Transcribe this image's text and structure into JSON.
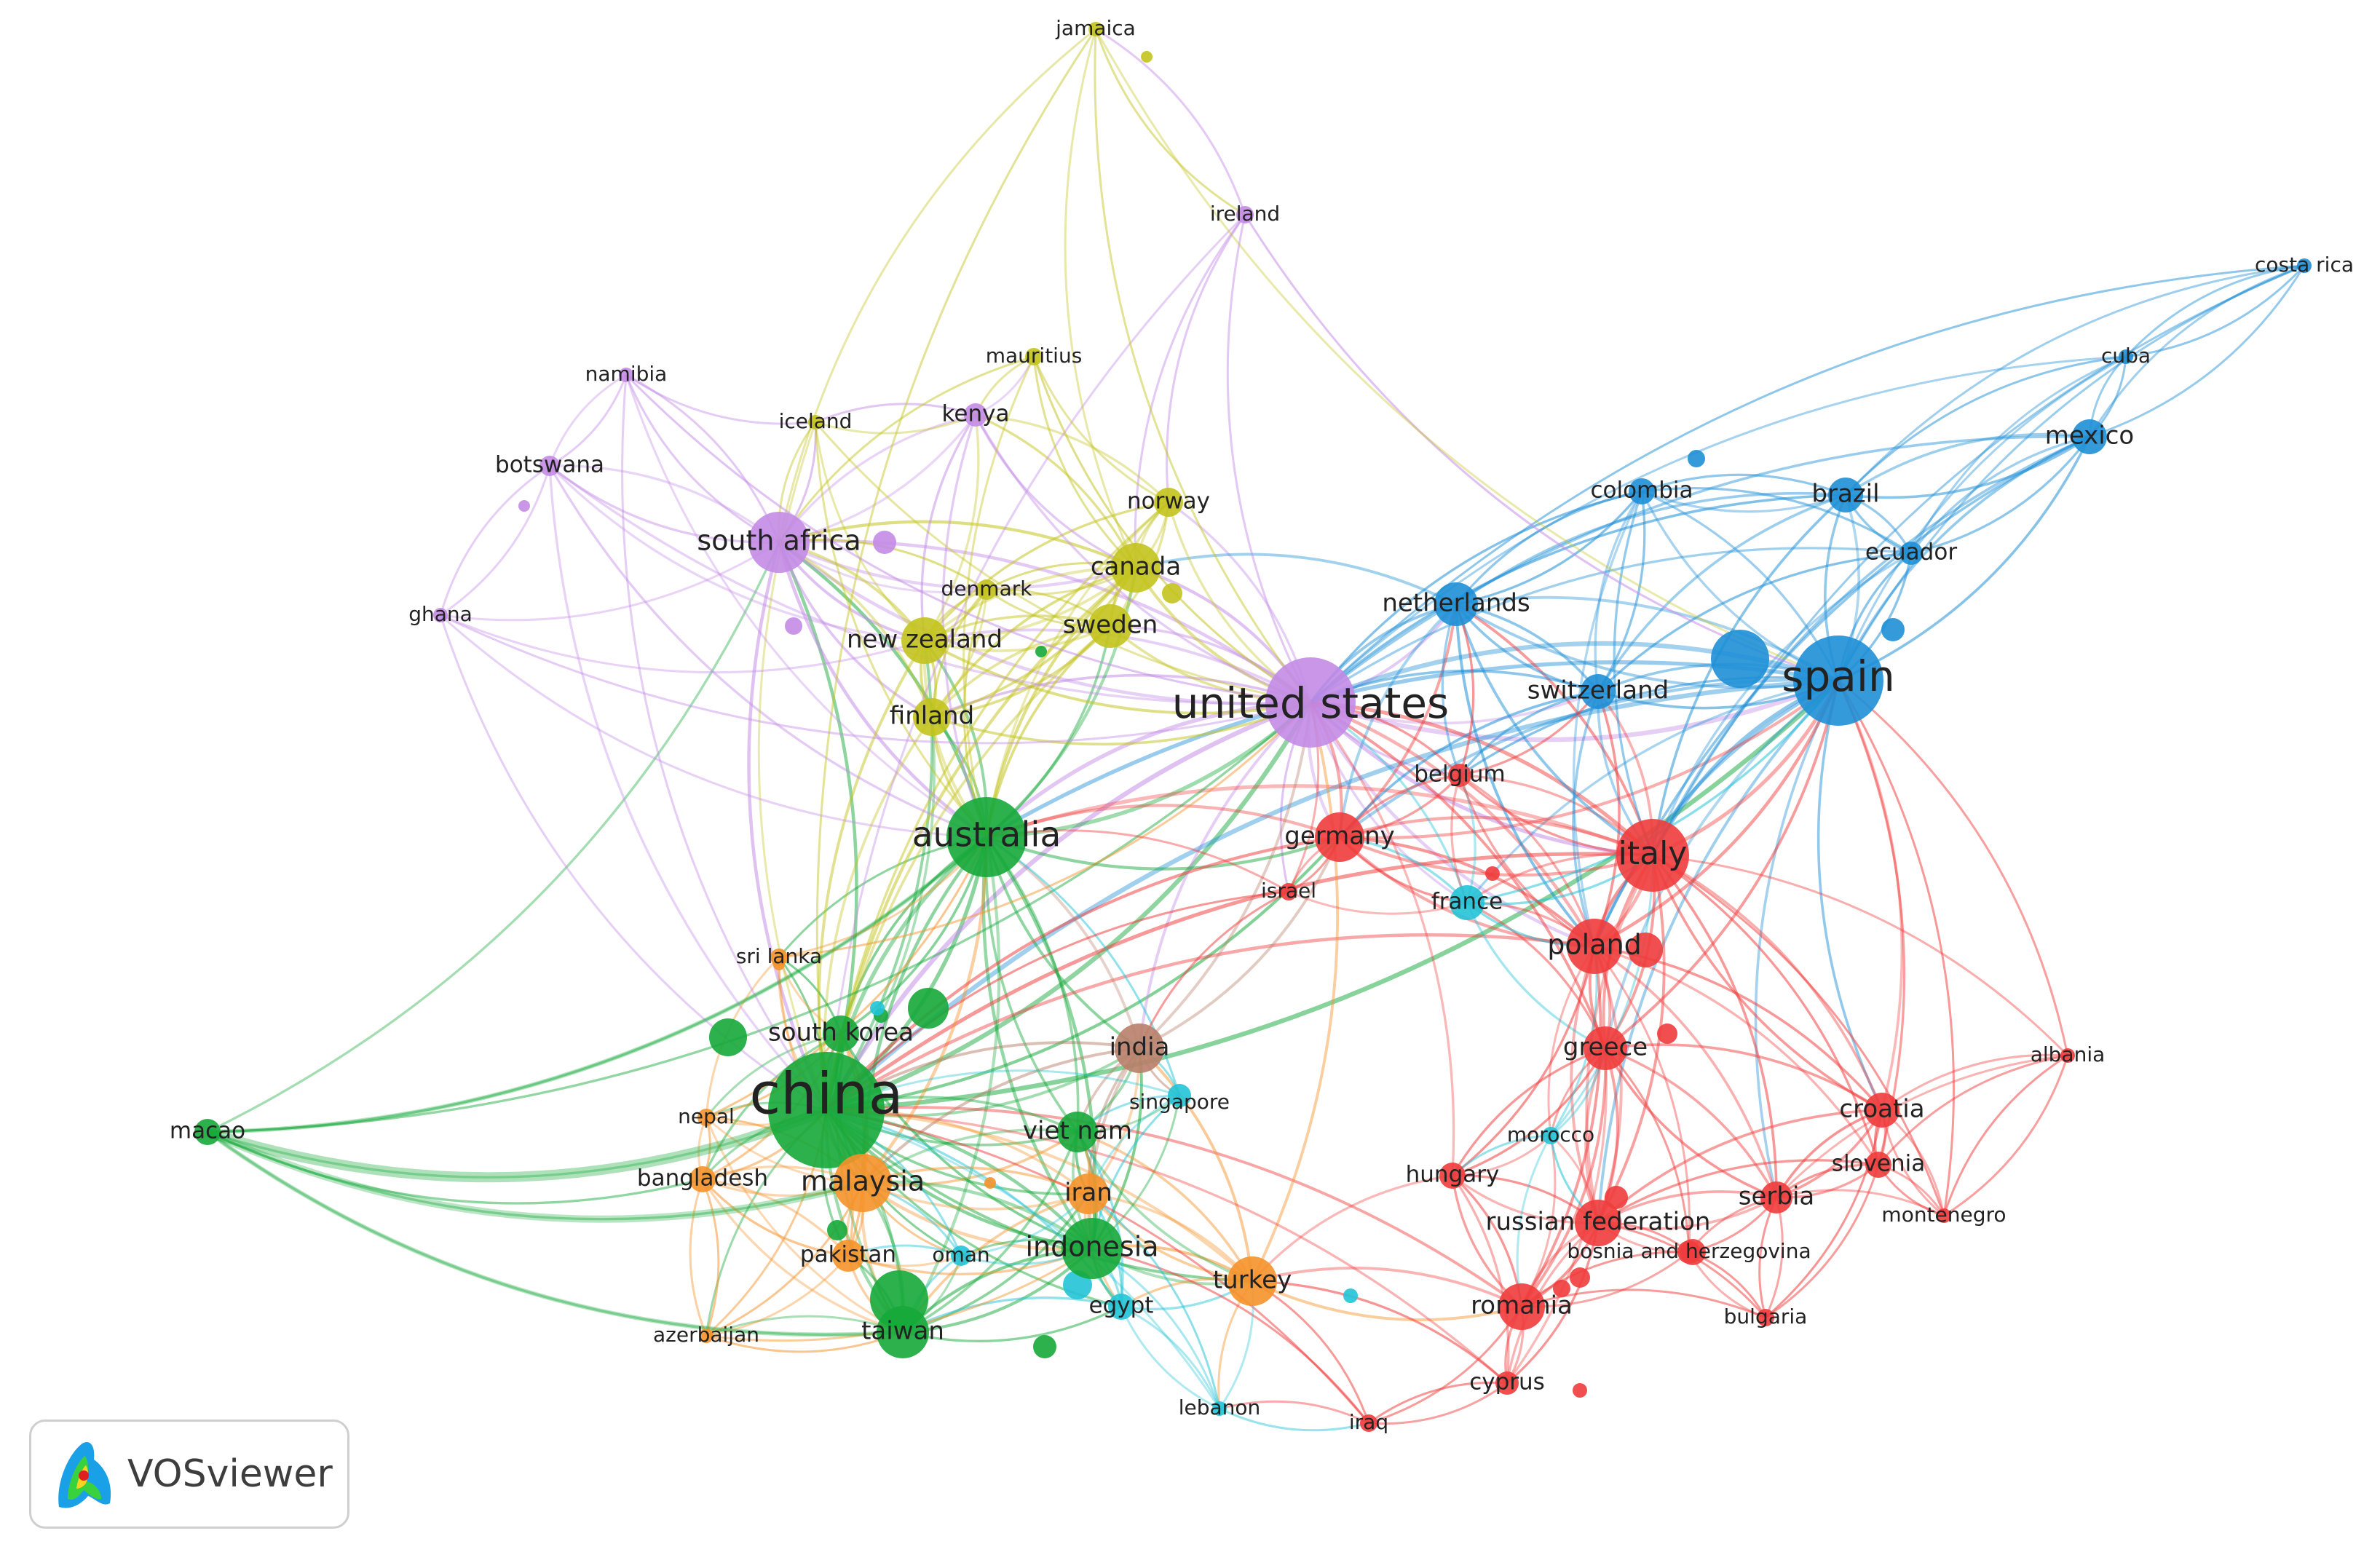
{
  "network": {
    "tool": "VOSviewer",
    "colors": {
      "red": "#f03c3c",
      "green": "#16a83a",
      "blue": "#1e8fd6",
      "yellow": "#c3c31e",
      "purple": "#c38be6",
      "cyan": "#22c3d6",
      "orange": "#f5922a",
      "brown": "#b8806a"
    },
    "nodes": [
      {
        "id": "china",
        "label": "china",
        "cluster": "green",
        "weight": 10
      },
      {
        "id": "united_states",
        "label": "united states",
        "cluster": "purple",
        "weight": 8
      },
      {
        "id": "spain",
        "label": "spain",
        "cluster": "blue",
        "weight": 8
      },
      {
        "id": "australia",
        "label": "australia",
        "cluster": "green",
        "weight": 6.5
      },
      {
        "id": "italy",
        "label": "italy",
        "cluster": "red",
        "weight": 6
      },
      {
        "id": "malaysia",
        "label": "malaysia",
        "cluster": "orange",
        "weight": 5
      },
      {
        "id": "south_africa",
        "label": "south africa",
        "cluster": "purple",
        "weight": 5
      },
      {
        "id": "poland",
        "label": "poland",
        "cluster": "red",
        "weight": 5
      },
      {
        "id": "indonesia",
        "label": "indonesia",
        "cluster": "green",
        "weight": 5
      },
      {
        "id": "taiwan",
        "label": "taiwan",
        "cluster": "green",
        "weight": 4.5
      },
      {
        "id": "canada",
        "label": "canada",
        "cluster": "yellow",
        "weight": 4.5
      },
      {
        "id": "germany",
        "label": "germany",
        "cluster": "red",
        "weight": 4.5
      },
      {
        "id": "netherlands",
        "label": "netherlands",
        "cluster": "blue",
        "weight": 4
      },
      {
        "id": "romania",
        "label": "romania",
        "cluster": "red",
        "weight": 4
      },
      {
        "id": "turkey",
        "label": "turkey",
        "cluster": "orange",
        "weight": 4
      },
      {
        "id": "india",
        "label": "india",
        "cluster": "brown",
        "weight": 4
      },
      {
        "id": "greece",
        "label": "greece",
        "cluster": "red",
        "weight": 4
      },
      {
        "id": "new_zealand",
        "label": "new zealand",
        "cluster": "yellow",
        "weight": 4
      },
      {
        "id": "russian_federation",
        "label": "russian federation",
        "cluster": "red",
        "weight": 4
      },
      {
        "id": "sweden",
        "label": "sweden",
        "cluster": "yellow",
        "weight": 3.5
      },
      {
        "id": "south_korea",
        "label": "south korea",
        "cluster": "green",
        "weight": 3.5
      },
      {
        "id": "iran",
        "label": "iran",
        "cluster": "orange",
        "weight": 3.5
      },
      {
        "id": "viet_nam",
        "label": "viet nam",
        "cluster": "green",
        "weight": 3.5
      },
      {
        "id": "switzerland",
        "label": "switzerland",
        "cluster": "blue",
        "weight": 3.5
      },
      {
        "id": "mexico",
        "label": "mexico",
        "cluster": "blue",
        "weight": 3.5
      },
      {
        "id": "brazil",
        "label": "brazil",
        "cluster": "blue",
        "weight": 3.5
      },
      {
        "id": "croatia",
        "label": "croatia",
        "cluster": "red",
        "weight": 3.5
      },
      {
        "id": "finland",
        "label": "finland",
        "cluster": "yellow",
        "weight": 3.5
      },
      {
        "id": "serbia",
        "label": "serbia",
        "cluster": "red",
        "weight": 3.5
      },
      {
        "id": "pakistan",
        "label": "pakistan",
        "cluster": "orange",
        "weight": 3
      },
      {
        "id": "france",
        "label": "france",
        "cluster": "cyan",
        "weight": 3
      },
      {
        "id": "norway",
        "label": "norway",
        "cluster": "yellow",
        "weight": 3
      },
      {
        "id": "colombia",
        "label": "colombia",
        "cluster": "blue",
        "weight": 3
      },
      {
        "id": "ecuador",
        "label": "ecuador",
        "cluster": "blue",
        "weight": 3
      },
      {
        "id": "egypt",
        "label": "egypt",
        "cluster": "cyan",
        "weight": 3
      },
      {
        "id": "macao",
        "label": "macao",
        "cluster": "green",
        "weight": 3
      },
      {
        "id": "bangladesh",
        "label": "bangladesh",
        "cluster": "orange",
        "weight": 3
      },
      {
        "id": "belgium",
        "label": "belgium",
        "cluster": "red",
        "weight": 3
      },
      {
        "id": "slovenia",
        "label": "slovenia",
        "cluster": "red",
        "weight": 3
      },
      {
        "id": "hungary",
        "label": "hungary",
        "cluster": "red",
        "weight": 3
      },
      {
        "id": "cyprus",
        "label": "cyprus",
        "cluster": "red",
        "weight": 3
      },
      {
        "id": "botswana",
        "label": "botswana",
        "cluster": "purple",
        "weight": 3
      },
      {
        "id": "kenya",
        "label": "kenya",
        "cluster": "purple",
        "weight": 3
      },
      {
        "id": "denmark",
        "label": "denmark",
        "cluster": "yellow",
        "weight": 2.5
      },
      {
        "id": "singapore",
        "label": "singapore",
        "cluster": "cyan",
        "weight": 2.5
      },
      {
        "id": "oman",
        "label": "oman",
        "cluster": "cyan",
        "weight": 2.5
      },
      {
        "id": "sri_lanka",
        "label": "sri lanka",
        "cluster": "orange",
        "weight": 2.5
      },
      {
        "id": "nepal",
        "label": "nepal",
        "cluster": "orange",
        "weight": 2.5
      },
      {
        "id": "israel",
        "label": "israel",
        "cluster": "red",
        "weight": 2.5
      },
      {
        "id": "morocco",
        "label": "morocco",
        "cluster": "cyan",
        "weight": 2.5
      },
      {
        "id": "bosnia_and_herzegovina",
        "label": "bosnia and herzegovina",
        "cluster": "red",
        "weight": 2.5
      },
      {
        "id": "montenegro",
        "label": "montenegro",
        "cluster": "red",
        "weight": 2.5
      },
      {
        "id": "bulgaria",
        "label": "bulgaria",
        "cluster": "red",
        "weight": 2.5
      },
      {
        "id": "albania",
        "label": "albania",
        "cluster": "red",
        "weight": 2.5
      },
      {
        "id": "iraq",
        "label": "iraq",
        "cluster": "red",
        "weight": 2.5
      },
      {
        "id": "lebanon",
        "label": "lebanon",
        "cluster": "cyan",
        "weight": 2.5
      },
      {
        "id": "azerbaijan",
        "label": "azerbaijan",
        "cluster": "orange",
        "weight": 2.5
      },
      {
        "id": "costa_rica",
        "label": "costa rica",
        "cluster": "blue",
        "weight": 2.5
      },
      {
        "id": "cuba",
        "label": "cuba",
        "cluster": "blue",
        "weight": 2.5
      },
      {
        "id": "ireland",
        "label": "ireland",
        "cluster": "purple",
        "weight": 2.5
      },
      {
        "id": "jamaica",
        "label": "jamaica",
        "cluster": "yellow",
        "weight": 2.5
      },
      {
        "id": "mauritius",
        "label": "mauritius",
        "cluster": "yellow",
        "weight": 2.5
      },
      {
        "id": "iceland",
        "label": "iceland",
        "cluster": "yellow",
        "weight": 2.5
      },
      {
        "id": "namibia",
        "label": "namibia",
        "cluster": "purple",
        "weight": 2.5
      },
      {
        "id": "ghana",
        "label": "ghana",
        "cluster": "purple",
        "weight": 2.5
      }
    ]
  }
}
